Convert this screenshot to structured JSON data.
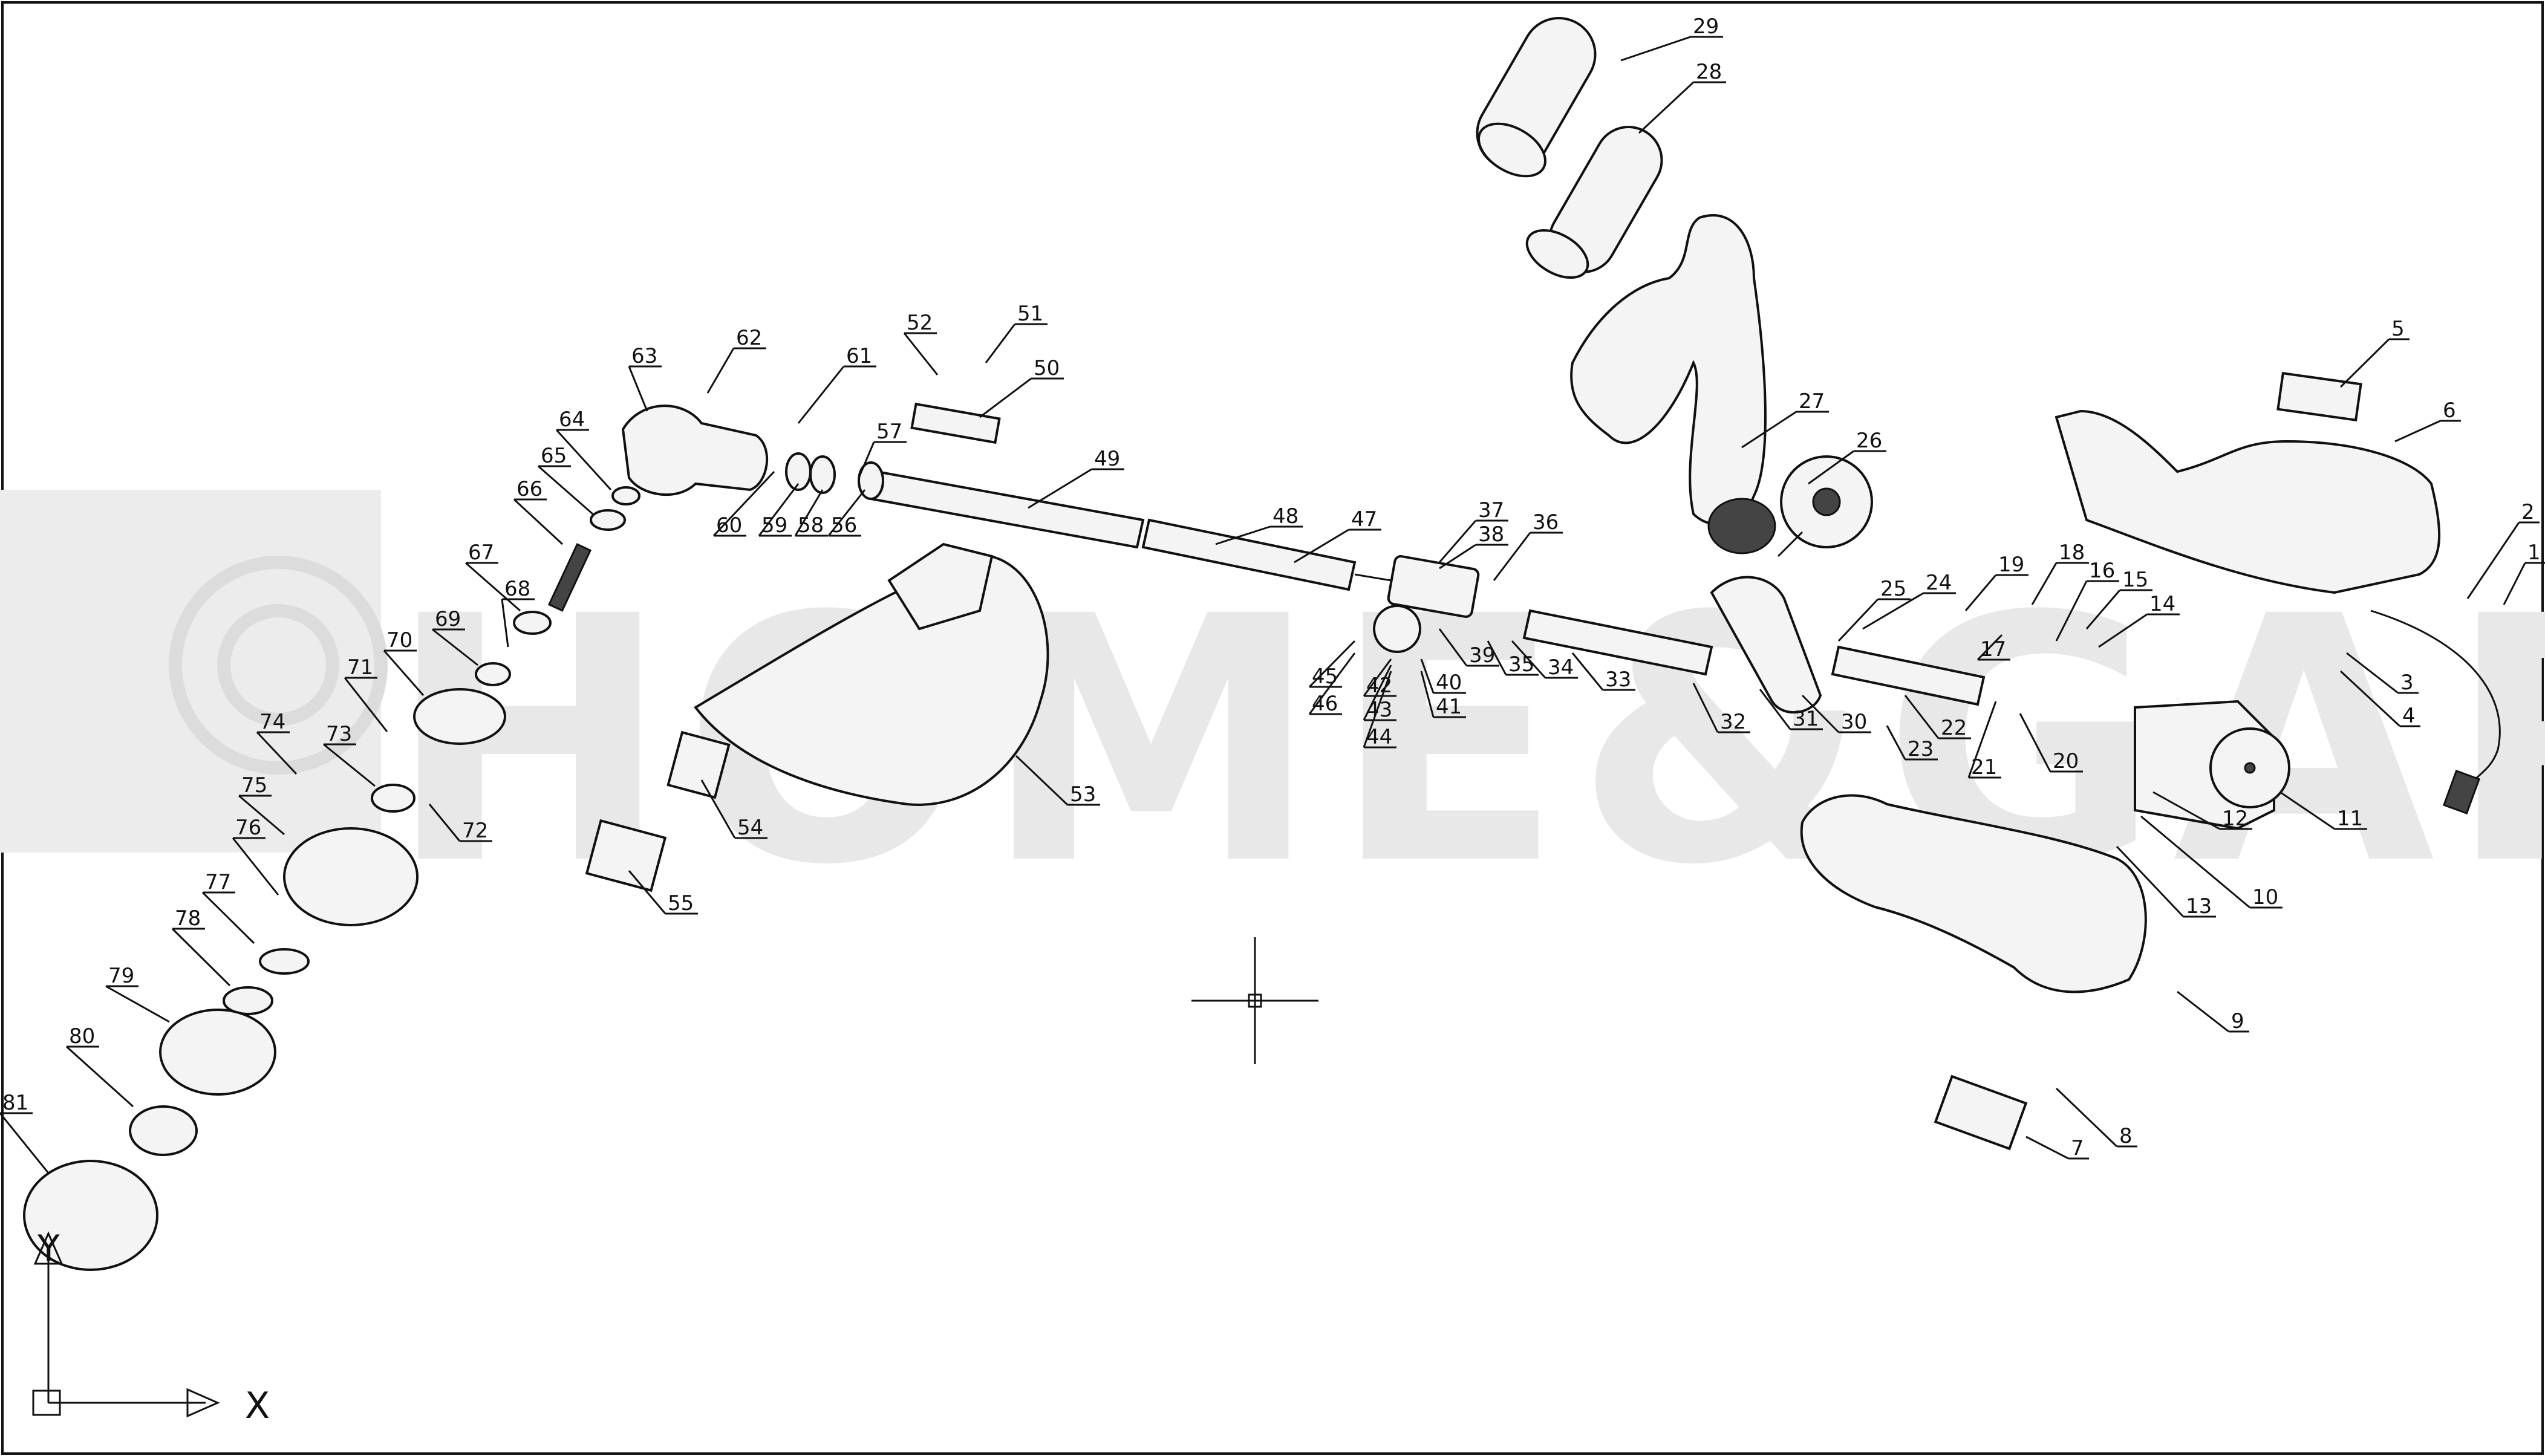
{
  "watermark": {
    "text": "HOME&GARDEN",
    "color": "#e6e6e6"
  },
  "axis": {
    "y_label": "Y",
    "x_label": "X"
  },
  "callouts": [
    "1",
    "2",
    "3",
    "4",
    "5",
    "6",
    "7",
    "8",
    "9",
    "10",
    "11",
    "12",
    "13",
    "14",
    "15",
    "16",
    "17",
    "18",
    "19",
    "20",
    "21",
    "22",
    "23",
    "24",
    "25",
    "26",
    "27",
    "28",
    "29",
    "30",
    "31",
    "32",
    "33",
    "34",
    "35",
    "36",
    "37",
    "38",
    "39",
    "40",
    "41",
    "42",
    "43",
    "44",
    "45",
    "46",
    "47",
    "48",
    "49",
    "50",
    "51",
    "52",
    "53",
    "54",
    "55",
    "56",
    "57",
    "58",
    "59",
    "60",
    "61",
    "62",
    "63",
    "64",
    "65",
    "66",
    "67",
    "68",
    "69",
    "70",
    "71",
    "72",
    "73",
    "74",
    "75",
    "76",
    "77",
    "78",
    "79",
    "80",
    "81"
  ]
}
